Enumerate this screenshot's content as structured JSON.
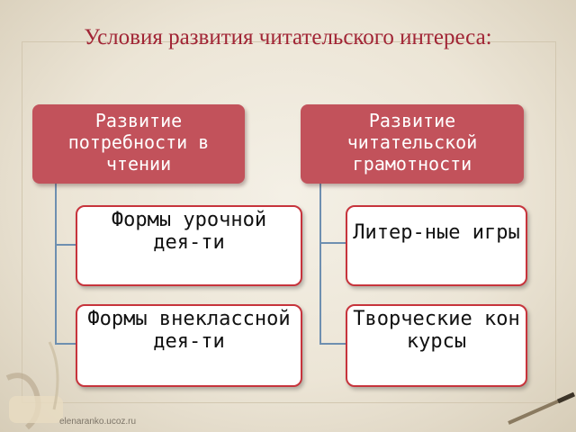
{
  "slide": {
    "title": "Условия развития читательского интереса:",
    "watermark": "elenaranko.ucoz.ru"
  },
  "diagram": {
    "branches": [
      {
        "header": "Развитие потребности в чтении",
        "items": [
          "Формы урочной дея-ти",
          "Формы внеклассной дея-ти"
        ]
      },
      {
        "header": "Развитие читательской грамотности",
        "items": [
          "Литер-ные игры",
          "Творческие конкурсы"
        ]
      }
    ]
  },
  "colors": {
    "title": "#a12535",
    "header_fill": "#c2525b",
    "item_border": "#c7343c",
    "connector": "#6e8fb0"
  },
  "icons": [
    "scroll-and-quill-icon",
    "fountain-pen-icon"
  ]
}
